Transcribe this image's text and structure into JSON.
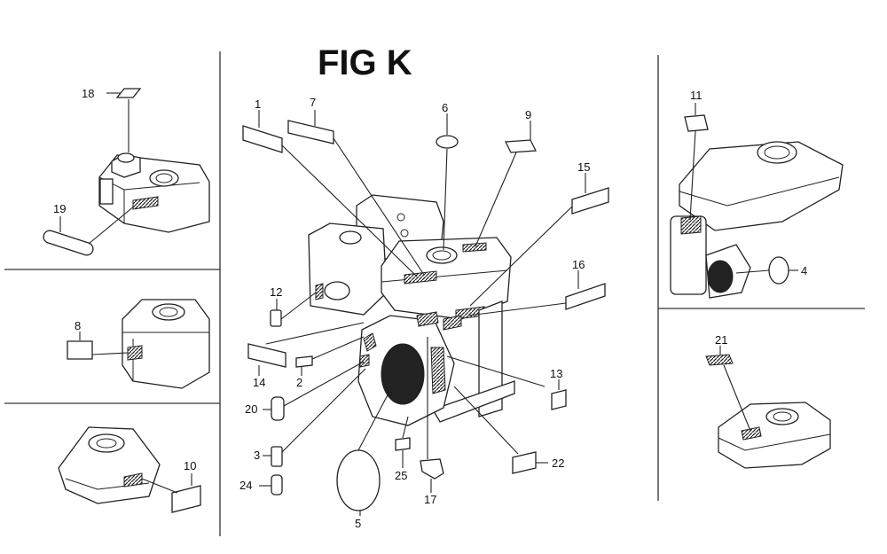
{
  "figure": {
    "title": "FIG K"
  },
  "labels": {
    "n1": "1",
    "n2": "2",
    "n3": "3",
    "n4": "4",
    "n5": "5",
    "n6": "6",
    "n7": "7",
    "n8": "8",
    "n9": "9",
    "n10": "10",
    "n11": "11",
    "n12": "12",
    "n13": "13",
    "n14": "14",
    "n15": "15",
    "n16": "16",
    "n17": "17",
    "n18": "18",
    "n19": "19",
    "n20": "20",
    "n21": "21",
    "n22": "22",
    "n24": "24",
    "n25": "25"
  }
}
